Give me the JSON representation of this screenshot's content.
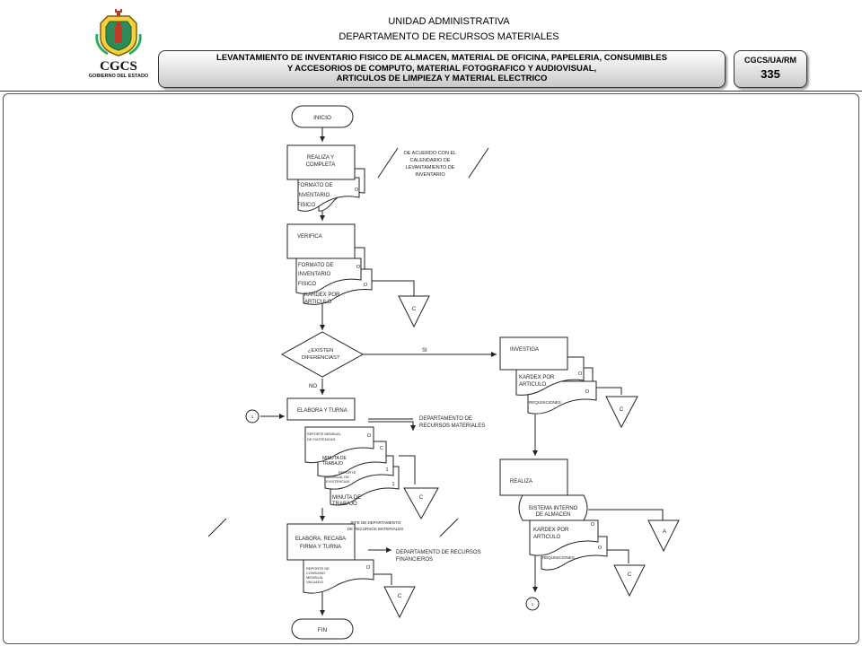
{
  "header": {
    "logo_caption_org": "CGCS",
    "logo_caption_sub": "GOBIERNO DEL ESTADO",
    "unit": "UNIDAD ADMINISTRATIVA",
    "department": "DEPARTAMENTO DE RECURSOS MATERIALES",
    "procedure_line1": "LEVANTAMIENTO DE INVENTARIO FISICO DE ALMACEN, MATERIAL DE OFICINA, PAPELERIA, CONSUMIBLES",
    "procedure_line2": "Y  ACCESORIOS DE COMPUTO, MATERIAL FOTOGRAFICO Y AUDIOVISUAL,",
    "procedure_line3": "ARTICULOS DE LIMPIEZA Y MATERIAL ELECTRICO",
    "code": "CGCS/UA/RM",
    "page_number": "335"
  },
  "flow": {
    "start": "INICIO",
    "end": "FIN",
    "step1": {
      "line1": "REALIZA Y",
      "line2": "COMPLETA"
    },
    "doc1": [
      "FORMATO DE",
      "INVENTARIO",
      "FISICO"
    ],
    "note1": [
      "DE ACUERDO CON EL",
      "CALENDARIO DE",
      "LEVANTAMIENTO DE",
      "INVENTARIO"
    ],
    "step2": "VERIFICA",
    "doc2": [
      "FORMATO DE",
      "INVENTARIO",
      "FISICO"
    ],
    "doc3": [
      "KARDEX POR",
      "ARTICULO"
    ],
    "decision": {
      "line1": "¿EXISTEN",
      "line2": "DIFERENCIAS?"
    },
    "yes": "SI",
    "no": "NO",
    "step3": "INVESTIGA",
    "doc4": [
      "KARDEX POR",
      "ARTICULO"
    ],
    "doc5": "REQUISICIONES",
    "step4": "ELABORA Y TURNA",
    "note2": [
      "DEPARTAMENTO DE",
      "RECURSOS MATERIALES"
    ],
    "doc6": [
      "REPORTE MENSUAL",
      "DE EXISTENCIAS"
    ],
    "doc7": [
      "MINUTA DE",
      "TRABAJO"
    ],
    "doc8": [
      "REPORTE",
      "MENSUAL DE",
      "EXISTENCIAS"
    ],
    "doc9": [
      "MINUTA DE",
      "TRABAJO"
    ],
    "step5": "REALIZA",
    "doc10": [
      "SISTEMA INTERNO",
      "DE ALMACEN"
    ],
    "doc11": [
      "KARDEX POR",
      "ARTICULO"
    ],
    "doc12": "REQUISICIONES",
    "step6": {
      "line1": "ELABORA, RECABA",
      "line2": "FIRMA  Y TURNA"
    },
    "note3": [
      "JEFE DE DEPARTAMENTO",
      "DE RECURSOS MATERIALES"
    ],
    "note4": [
      "DEPARTAMENTO DE RECURSOS",
      "FINANCIEROS"
    ],
    "doc13": [
      "REPORTE DE",
      "CONSUMO",
      "MENSUAL",
      "VALUADO"
    ],
    "copy_o": "O",
    "copy_c": "C",
    "copy_1": "1",
    "archive_c": "C",
    "archive_a": "A",
    "connector_1": "1"
  }
}
